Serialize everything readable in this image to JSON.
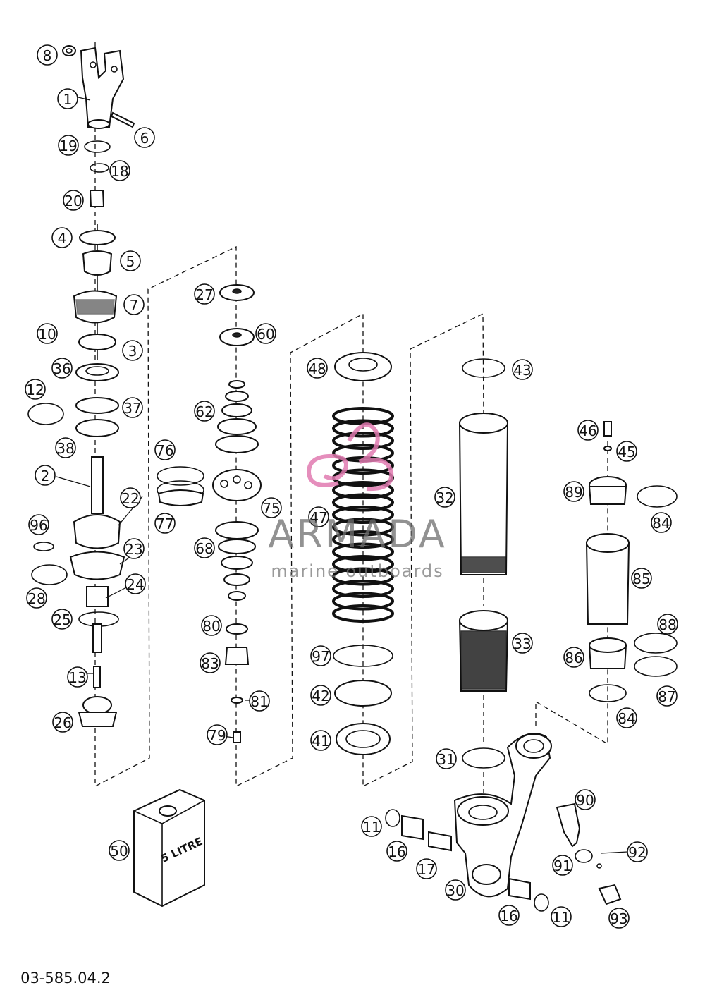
{
  "document_number": "03-585.04.2",
  "watermark": {
    "brand": "ARMADA",
    "tagline": "marine outboards",
    "logo_color": "#e07ab0",
    "text_color": "#6e6e6e"
  },
  "container_label": "5 LITRE",
  "callouts": [
    "8",
    "1",
    "6",
    "19",
    "18",
    "20",
    "4",
    "5",
    "7",
    "10",
    "3",
    "36",
    "12",
    "37",
    "38",
    "2",
    "22",
    "96",
    "23",
    "28",
    "24",
    "25",
    "13",
    "26",
    "27",
    "60",
    "62",
    "75",
    "76",
    "77",
    "68",
    "80",
    "83",
    "81",
    "79",
    "48",
    "47",
    "97",
    "42",
    "41",
    "43",
    "32",
    "33",
    "31",
    "46",
    "45",
    "89",
    "84",
    "85",
    "88",
    "86",
    "87",
    "84b",
    "90",
    "11",
    "16",
    "17",
    "30",
    "91",
    "92",
    "93",
    "16b",
    "11b",
    "50"
  ],
  "callout_text": {
    "8": "8",
    "1": "1",
    "6": "6",
    "19": "19",
    "18": "18",
    "20": "20",
    "4": "4",
    "5": "5",
    "7": "7",
    "10": "10",
    "3": "3",
    "36": "36",
    "12": "12",
    "37": "37",
    "38": "38",
    "2": "2",
    "22": "22",
    "96": "96",
    "23": "23",
    "28": "28",
    "24": "24",
    "25": "25",
    "13": "13",
    "26": "26",
    "27": "27",
    "60": "60",
    "62": "62",
    "75": "75",
    "76": "76",
    "77": "77",
    "68": "68",
    "80": "80",
    "83": "83",
    "81": "81",
    "79": "79",
    "48": "48",
    "47": "47",
    "97": "97",
    "42": "42",
    "41": "41",
    "43": "43",
    "32": "32",
    "33": "33",
    "31": "31",
    "46": "46",
    "45": "45",
    "89": "89",
    "84": "84",
    "85": "85",
    "88": "88",
    "86": "86",
    "87": "87",
    "84b": "84",
    "90": "90",
    "11": "11",
    "16": "16",
    "17": "17",
    "30": "30",
    "91": "91",
    "92": "92",
    "93": "93",
    "16b": "16",
    "11b": "11",
    "50": "50"
  }
}
